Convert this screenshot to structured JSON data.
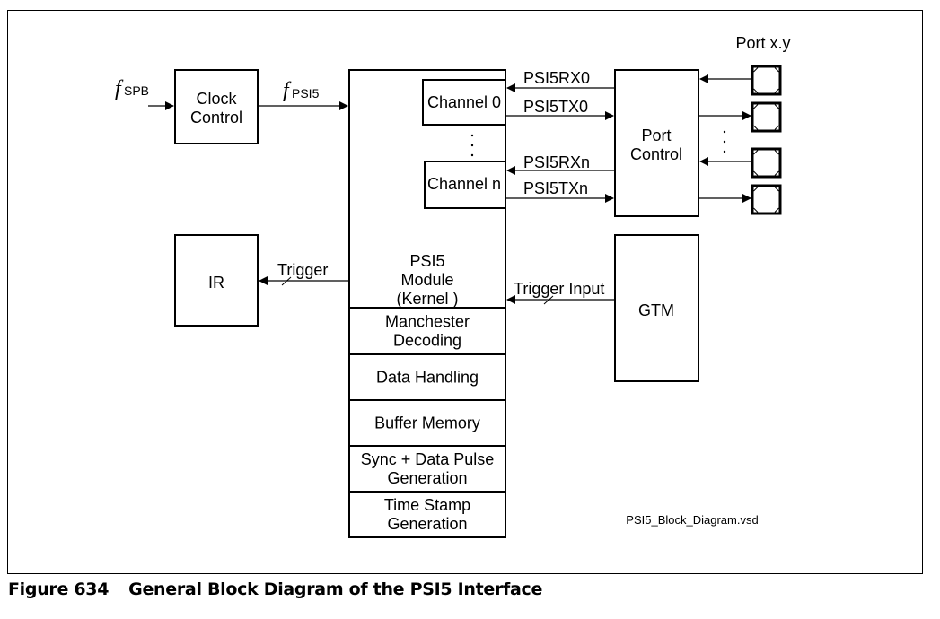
{
  "diagram": {
    "inputs": {
      "f_spb": {
        "f": "f",
        "sub": "SPB"
      },
      "f_psi5": {
        "f": "f",
        "sub": "PSI5"
      }
    },
    "blocks": {
      "clock_control": [
        "Clock",
        "Control"
      ],
      "channel0": "Channel  0",
      "channeln": "Channel n",
      "port_control": [
        "Port",
        "Control"
      ],
      "ir": "IR",
      "gtm": "GTM",
      "kernel": [
        "PSI5",
        "Module",
        "(Kernel )"
      ],
      "sub_blocks": [
        [
          "Manchester",
          "Decoding"
        ],
        [
          "Data Handling"
        ],
        [
          "Buffer Memory"
        ],
        [
          "Sync + Data Pulse",
          "Generation"
        ],
        [
          "Time Stamp",
          "Generation"
        ]
      ]
    },
    "signals": {
      "rx0": "PSI5RX0",
      "tx0": "PSI5TX0",
      "rxn": "PSI5RXn",
      "txn": "PSI5TXn",
      "trigger": "Trigger",
      "trigger_input": "Trigger Input"
    },
    "port_label": "Port x.y",
    "filename": "PSI5_Block_Diagram.vsd"
  },
  "caption": {
    "number": "Figure 634",
    "title": "General Block Diagram of the PSI5 Interface"
  }
}
